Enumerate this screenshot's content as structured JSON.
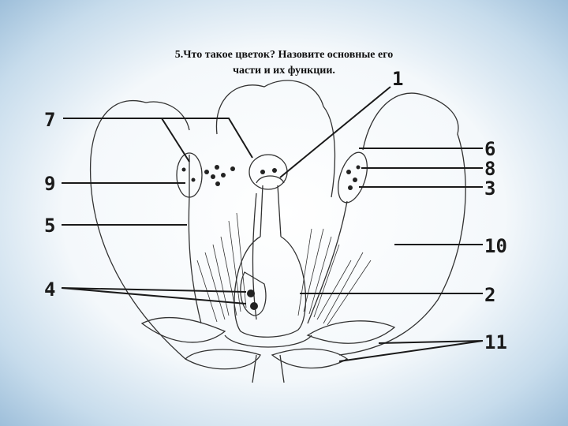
{
  "slide": {
    "title_line1": "5.Что такое цветок? Назовите основные его",
    "title_line2": "части и их функции."
  },
  "labels": {
    "n1": "1",
    "n2": "2",
    "n3": "3",
    "n4": "4",
    "n5": "5",
    "n6": "6",
    "n7": "7",
    "n8": "8",
    "n9": "9",
    "n10": "10",
    "n11": "11"
  }
}
